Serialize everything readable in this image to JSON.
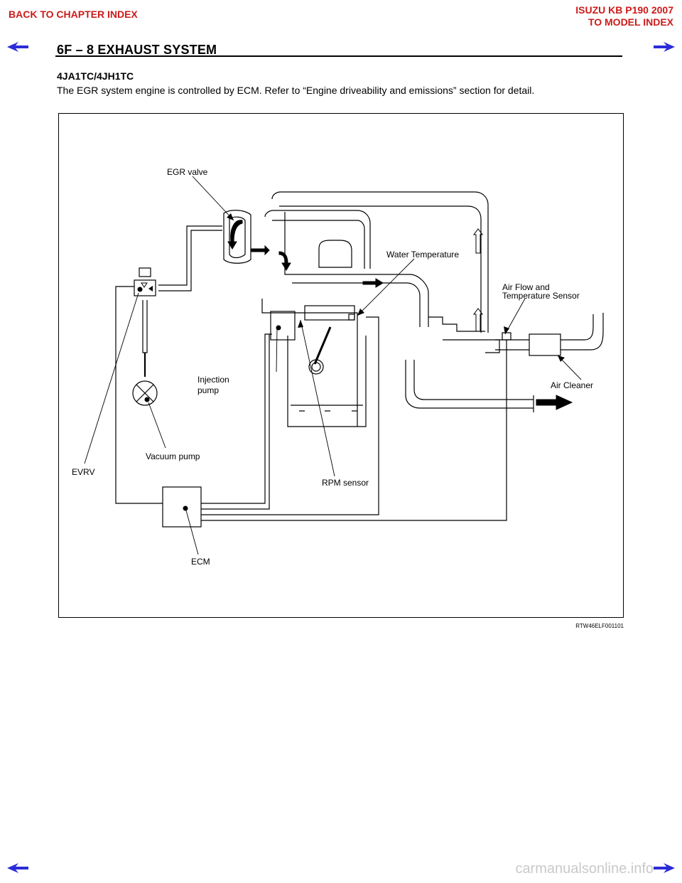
{
  "nav": {
    "back_chapter": "BACK TO CHAPTER INDEX",
    "doc_title": "ISUZU KB P190 2007",
    "to_model": "TO MODEL INDEX",
    "prev_icon": "left-arrow-icon",
    "next_icon": "right-arrow-icon",
    "accent": "#cc1a1a",
    "arrow_color": "#2b2bd9"
  },
  "page": {
    "section_title": "6F – 8   EXHAUST SYSTEM",
    "subhead": "4JA1TC/4JH1TC",
    "intro": "The EGR system engine is controlled by ECM. Refer to “Engine driveability and emissions” section for detail."
  },
  "figure": {
    "labels": {
      "egr_valve": "EGR valve",
      "water_temp": "Water Temperature",
      "airflow_1": "Air Flow and",
      "airflow_2": "Temperature   Sensor",
      "injection_1": "Injection",
      "injection_2": "pump",
      "air_cleaner": "Air Cleaner",
      "vacuum_pump": "Vacuum pump",
      "evrv": "EVRV",
      "rpm_sensor": "RPM sensor",
      "ecm": "ECM"
    },
    "code": "RTW46ELF001101"
  },
  "footer": {
    "watermark": "carmanualsonline.info"
  }
}
